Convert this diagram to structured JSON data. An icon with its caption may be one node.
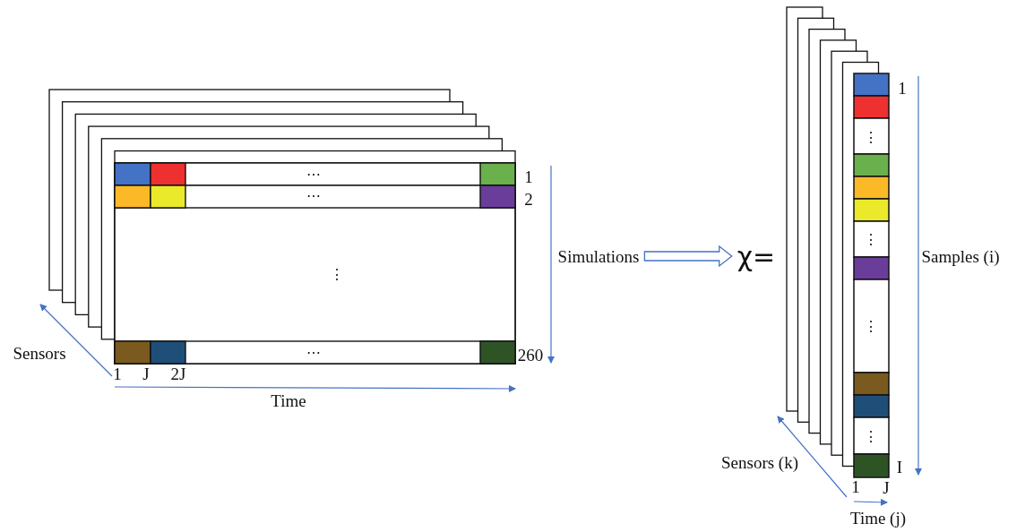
{
  "diagram": {
    "nodes": [
      {
        "text": [
          "Simulations"
        ]
      },
      {
        "text": [
          "χ="
        ]
      }
    ],
    "edges": [
      {
        "from": 0,
        "to": 1,
        "arrow": "to"
      }
    ],
    "labels": [
      "⋯",
      "1",
      "⋯",
      "2",
      "⋮",
      "Sensors",
      "⋯",
      "260",
      "1",
      "J",
      "2J",
      "Time",
      "1",
      "⋮",
      "⋮",
      "Samples (i)",
      "⋮",
      "⋮",
      "I",
      "Sensors (k)",
      "1",
      "J",
      "Time (j)"
    ]
  }
}
